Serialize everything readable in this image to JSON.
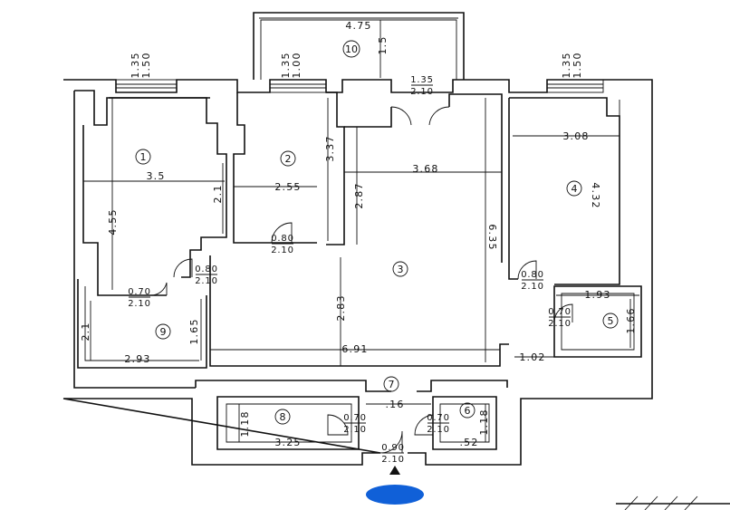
{
  "rooms": [
    {
      "number": "1",
      "width": "3.5",
      "height": "4.55",
      "extra": "2.1"
    },
    {
      "number": "2",
      "width": "2.55",
      "height": "3.37"
    },
    {
      "number": "3",
      "width": "6.91",
      "height": "2.83",
      "extra_a": "3.68",
      "extra_b": "2.87",
      "extra_c": "6.35"
    },
    {
      "number": "4",
      "width": "3.08",
      "height": "4.32"
    },
    {
      "number": "5",
      "width": "1.93",
      "height": "1.66",
      "extra": "1.02"
    },
    {
      "number": "6",
      "width": ".52",
      "height": "1.18"
    },
    {
      "number": "7",
      "width": ".16"
    },
    {
      "number": "8",
      "width": "3.25",
      "height": "1.18"
    },
    {
      "number": "9",
      "width": "2.93",
      "height": "1.65",
      "extra": "2.1"
    },
    {
      "number": "10",
      "width": "4.75",
      "height": "1.5"
    }
  ],
  "windows": [
    {
      "top": "1.35",
      "bottom": "1.50"
    },
    {
      "top": "1.35",
      "bottom": "1.00"
    },
    {
      "top": "1.35",
      "bottom": "1.50"
    }
  ],
  "doors": [
    {
      "w": "0.70",
      "h": "2.10"
    },
    {
      "w": "0.80",
      "h": "2.10"
    },
    {
      "w": "0.80",
      "h": "2.10"
    },
    {
      "w": "1.35",
      "h": "2.10"
    },
    {
      "w": "0.80",
      "h": "2.10"
    },
    {
      "w": "0.70",
      "h": "2.10"
    },
    {
      "w": "0.70",
      "h": "2.10"
    },
    {
      "w": "0.70",
      "h": "2.10"
    },
    {
      "w": "0.90",
      "h": "2.10"
    }
  ],
  "colors": {
    "wall": "#111111",
    "entry_marker": "#1060d8",
    "background": "#ffffff"
  },
  "icons": [
    "entrance-arrow-icon",
    "entry-marker-icon"
  ]
}
